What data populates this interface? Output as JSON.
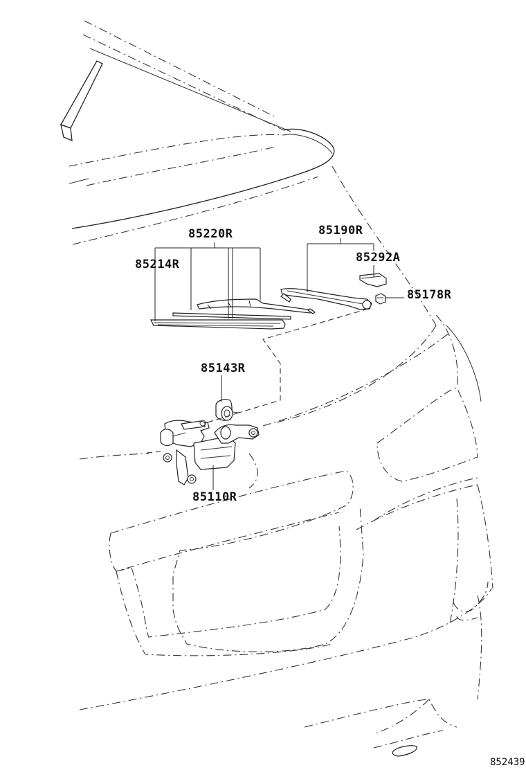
{
  "parts": {
    "wiper_blade_assembly": "85220R",
    "wiper_blade_rubber": "85214R",
    "wiper_arm": "85190R",
    "arm_head_cap": "85292A",
    "arm_nut": "85178R",
    "pivot_cap": "85143R",
    "wiper_motor": "85110R"
  },
  "diagram_id": "852439"
}
